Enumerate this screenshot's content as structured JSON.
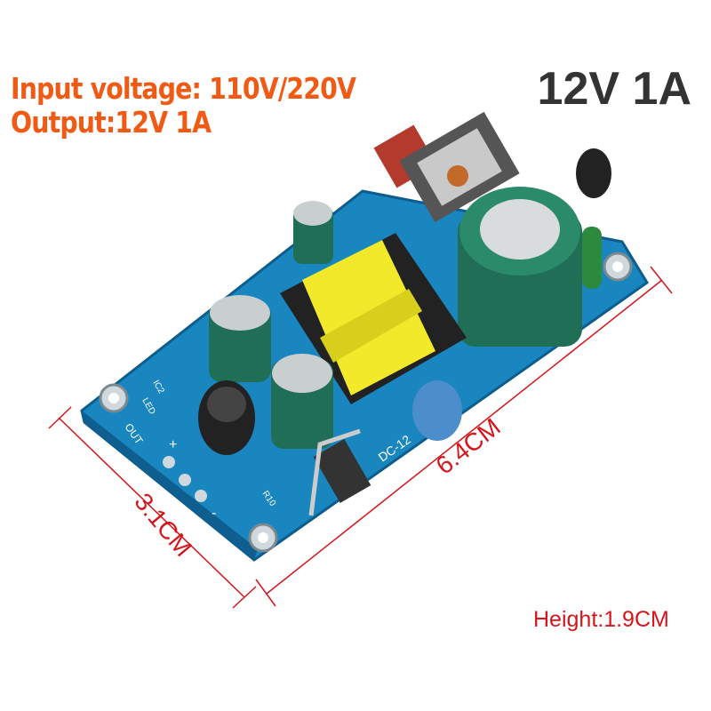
{
  "specs": {
    "input_line": "Input voltage: 110V/220V",
    "output_line": "Output:12V 1A"
  },
  "rating": "12V 1A",
  "dimensions": {
    "length": "6.4CM",
    "width": "3.1CM",
    "height": "Height:1.9CM"
  },
  "board": {
    "label": "DC-12",
    "silkscreen": [
      "OUT",
      "+",
      "-",
      "IC2",
      "LED",
      "R10"
    ]
  },
  "colors": {
    "spec_text": "#f05a14",
    "rating_text": "#333333",
    "dimension": "#d4161c",
    "pcb": "#1a86c0",
    "transformer": "#f2e92a",
    "capacitor": "#1f6e55"
  }
}
